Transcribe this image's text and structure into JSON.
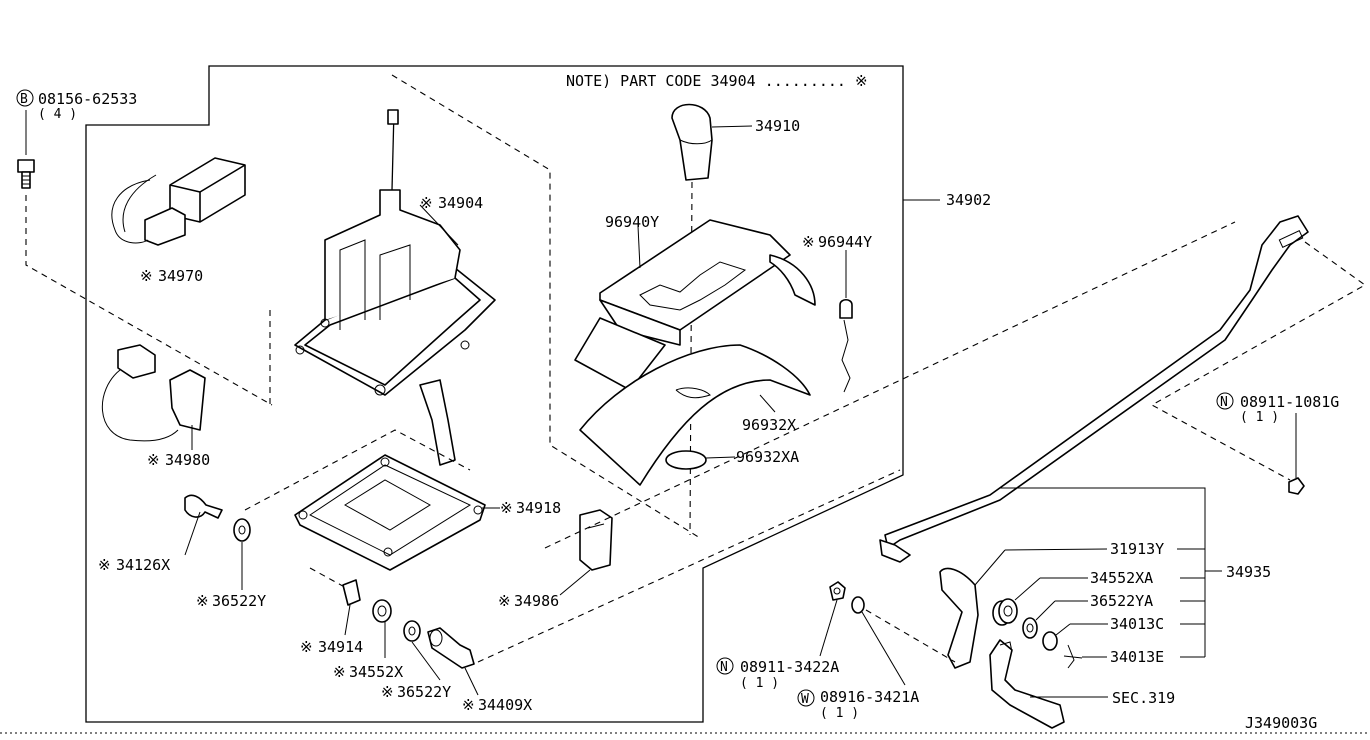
{
  "diagram_id": "J349003G",
  "note": "NOTE) PART CODE 34904 ......... ※",
  "callouts": {
    "bolt": "08156-62533",
    "bolt_qty": "( 4 )",
    "p34904": "34904",
    "p34910": "34910",
    "p34902": "34902",
    "p96940y": "96940Y",
    "p96944y": "96944Y",
    "p34970": "34970",
    "p34980": "34980",
    "p96932x": "96932X",
    "p96932xa": "96932XA",
    "p34918": "34918",
    "p34126x": "34126X",
    "p36522y_left": "36522Y",
    "p34986": "34986",
    "p34914": "34914",
    "p34552x": "34552X",
    "p36522y_mid": "36522Y",
    "p34409x": "34409X",
    "nut_1081g": "08911-1081G",
    "nut_1081g_qty": "( 1 )",
    "p31913y": "31913Y",
    "p34552xa": "34552XA",
    "p36522ya": "36522YA",
    "p34013c": "34013C",
    "p34013e": "34013E",
    "p34935": "34935",
    "nut_3422a": "08911-3422A",
    "nut_3422a_qty": "( 1 )",
    "washer_3421a": "08916-3421A",
    "washer_3421a_qty": "( 1 )",
    "sec319": "SEC.319",
    "mark": "※",
    "circle_b": "B",
    "circle_n": "N",
    "circle_w": "W"
  }
}
